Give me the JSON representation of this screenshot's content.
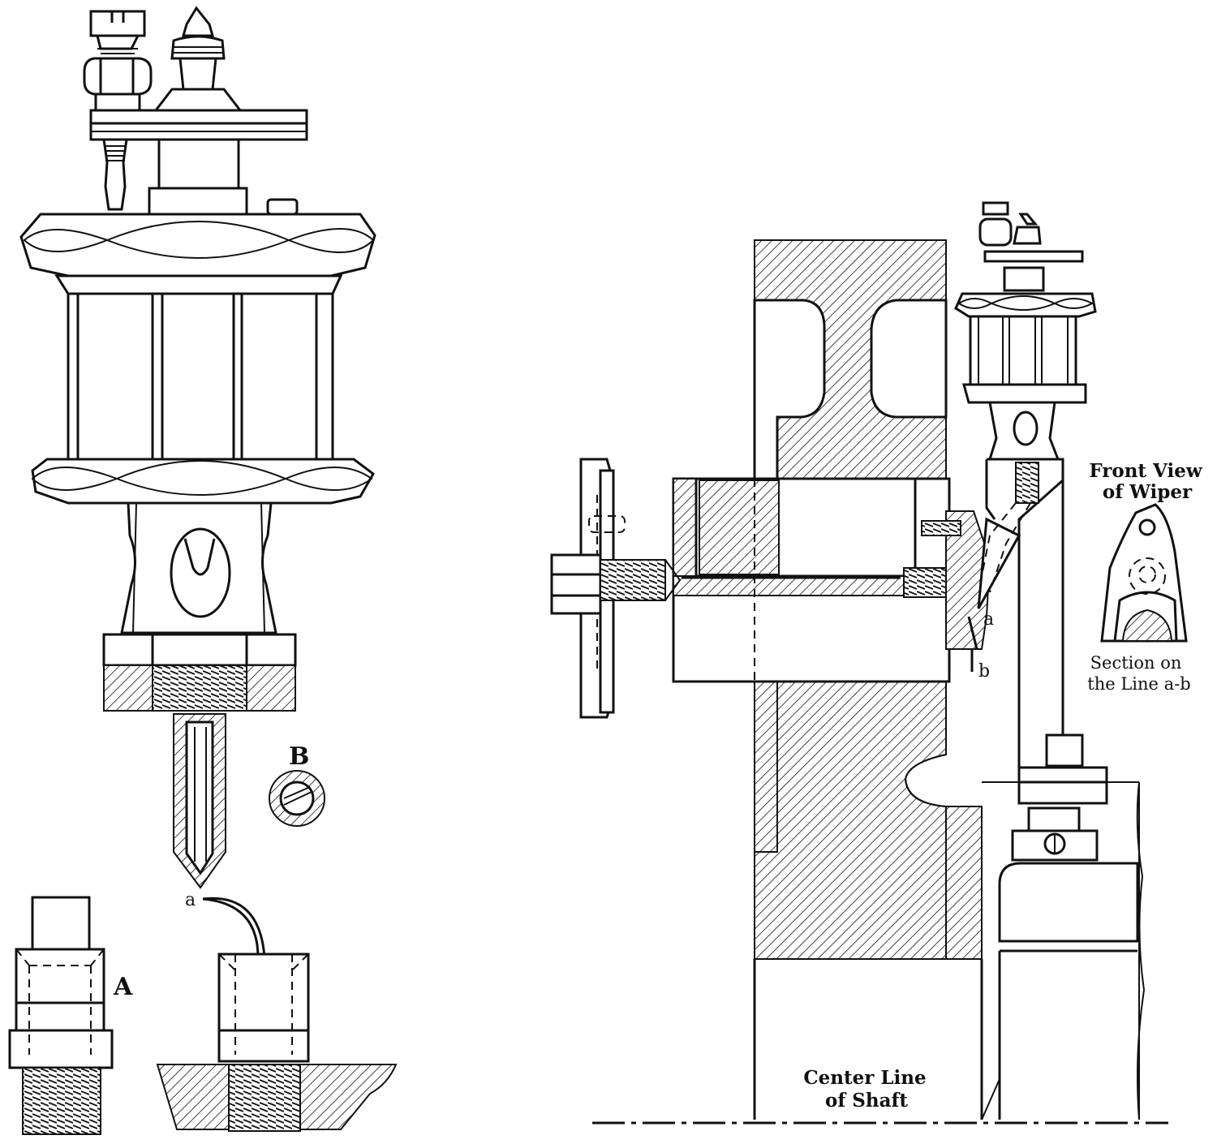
{
  "figure": {
    "labels": {
      "a_left": "a",
      "A": "A",
      "B": "B",
      "a_right": "a",
      "b_right": "b",
      "front_view_line1": "Front View",
      "front_view_line2": "of Wiper",
      "section_line1": "Section on",
      "section_line2": "the Line a-b",
      "center_line1": "Center Line",
      "center_line2": "of Shaft"
    },
    "colors": {
      "ink": "#111111",
      "paper": "#ffffff"
    }
  }
}
